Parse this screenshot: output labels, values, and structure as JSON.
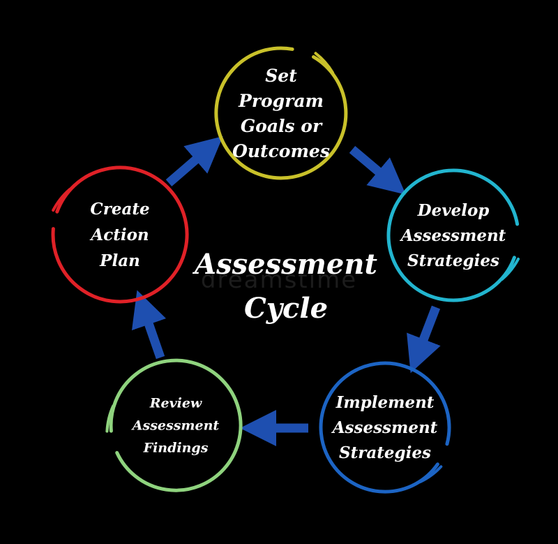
{
  "title_lines": [
    "Assessment",
    "Cycle"
  ],
  "watermark": "dreamstime",
  "colors": {
    "background": "#000000",
    "text": "#ffffff",
    "arrow": "#1e4fb0"
  },
  "steps": [
    {
      "lines": [
        "Set",
        "Program",
        "Goals or",
        "Outcomes"
      ],
      "color": "#c9c12a"
    },
    {
      "lines": [
        "Develop",
        "Assessment",
        "Strategies"
      ],
      "color": "#22b5cf"
    },
    {
      "lines": [
        "Implement",
        "Assessment",
        "Strategies"
      ],
      "color": "#1c64c4"
    },
    {
      "lines": [
        "Review",
        "Assessment",
        "Findings"
      ],
      "color": "#8fd37e"
    },
    {
      "lines": [
        "Create",
        "Action",
        "Plan"
      ],
      "color": "#e02127"
    }
  ],
  "arrow_icon": "arrow-right-icon"
}
